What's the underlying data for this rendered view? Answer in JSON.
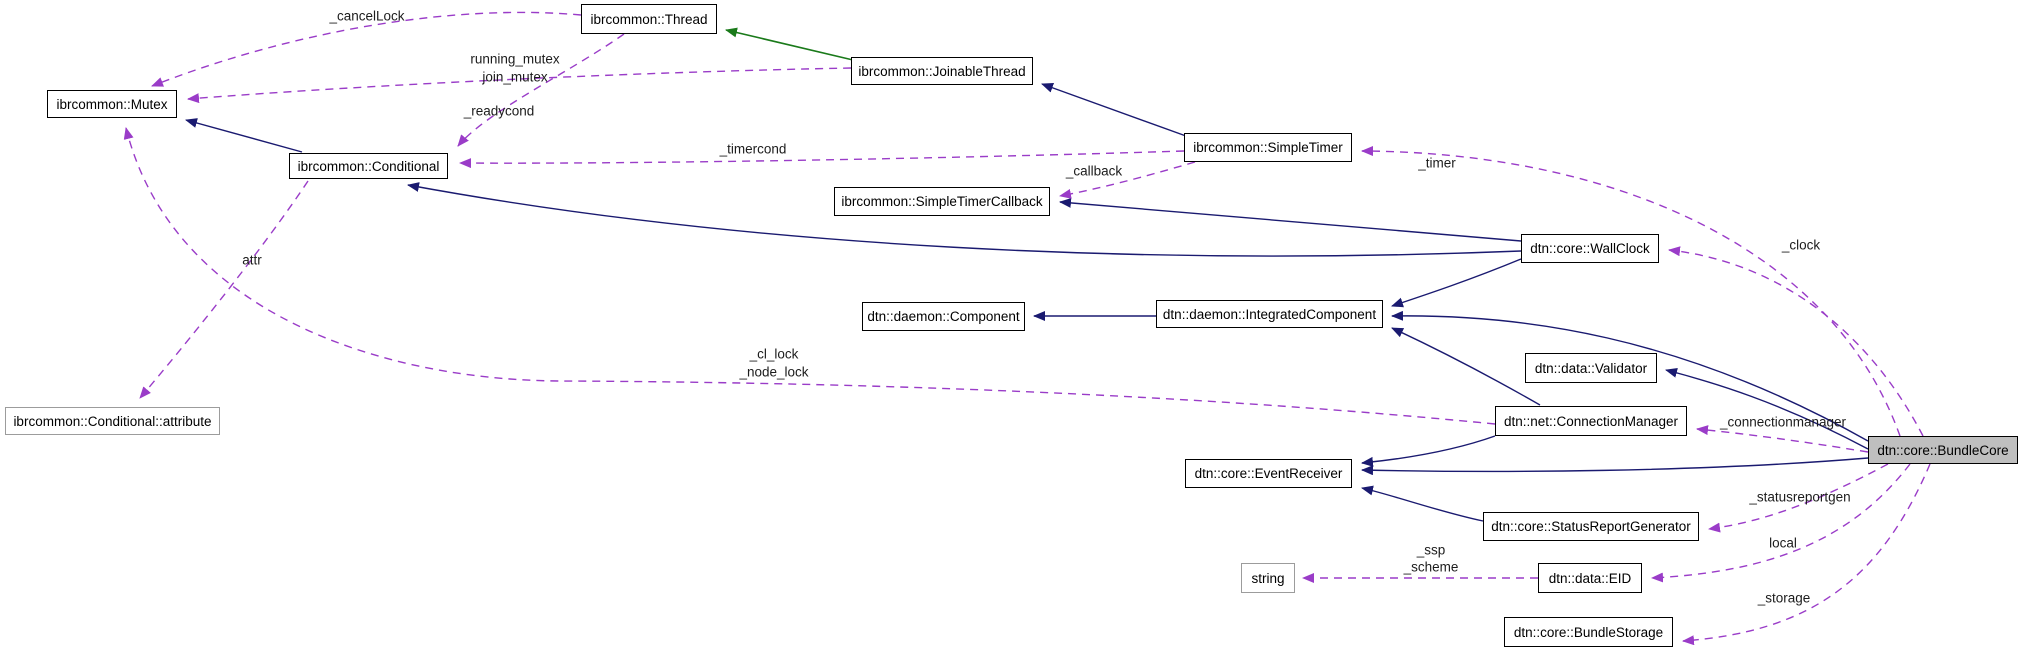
{
  "diagram": {
    "kind": "doxygen-collaboration-graph",
    "nodes": {
      "mutex": "ibrcommon::Mutex",
      "thread": "ibrcommon::Thread",
      "joinable_thread": "ibrcommon::JoinableThread",
      "conditional": "ibrcommon::Conditional",
      "simple_timer": "ibrcommon::SimpleTimer",
      "simple_timer_callback": "ibrcommon::SimpleTimerCallback",
      "wall_clock": "dtn::core::WallClock",
      "component": "dtn::daemon::Component",
      "integrated_component": "dtn::daemon::IntegratedComponent",
      "validator": "dtn::data::Validator",
      "connection_manager": "dtn::net::ConnectionManager",
      "event_receiver": "dtn::core::EventReceiver",
      "status_report_generator": "dtn::core::StatusReportGenerator",
      "string": "string",
      "eid": "dtn::data::EID",
      "bundle_storage": "dtn::core::BundleStorage",
      "bundle_core": "dtn::core::BundleCore",
      "conditional_attribute": "ibrcommon::Conditional::attribute"
    },
    "edge_labels": {
      "cancel_lock": "_cancelLock",
      "running_mutex": "running_mutex",
      "join_mutex": "join_mutex",
      "readycond": "_readycond",
      "timercond": "_timercond",
      "callback": "_callback",
      "timer": "_timer",
      "clock": "_clock",
      "attr": "attr",
      "cl_lock": "_cl_lock",
      "node_lock": "_node_lock",
      "connectionmanager": "_connectionmanager",
      "statusreportgen": "_statusreportgen",
      "local": "local",
      "ssp": "_ssp",
      "scheme": "_scheme",
      "storage": "_storage"
    },
    "colors": {
      "inheritance_edge": "#1a1a70",
      "collaboration_edge": "#9a3cc8",
      "green_inheritance_edge": "#1a7a1a",
      "current_node_fill": "#bfbfbf",
      "node_border": "#000000",
      "external_node_border": "#9c9c9c",
      "background": "#ffffff"
    }
  }
}
